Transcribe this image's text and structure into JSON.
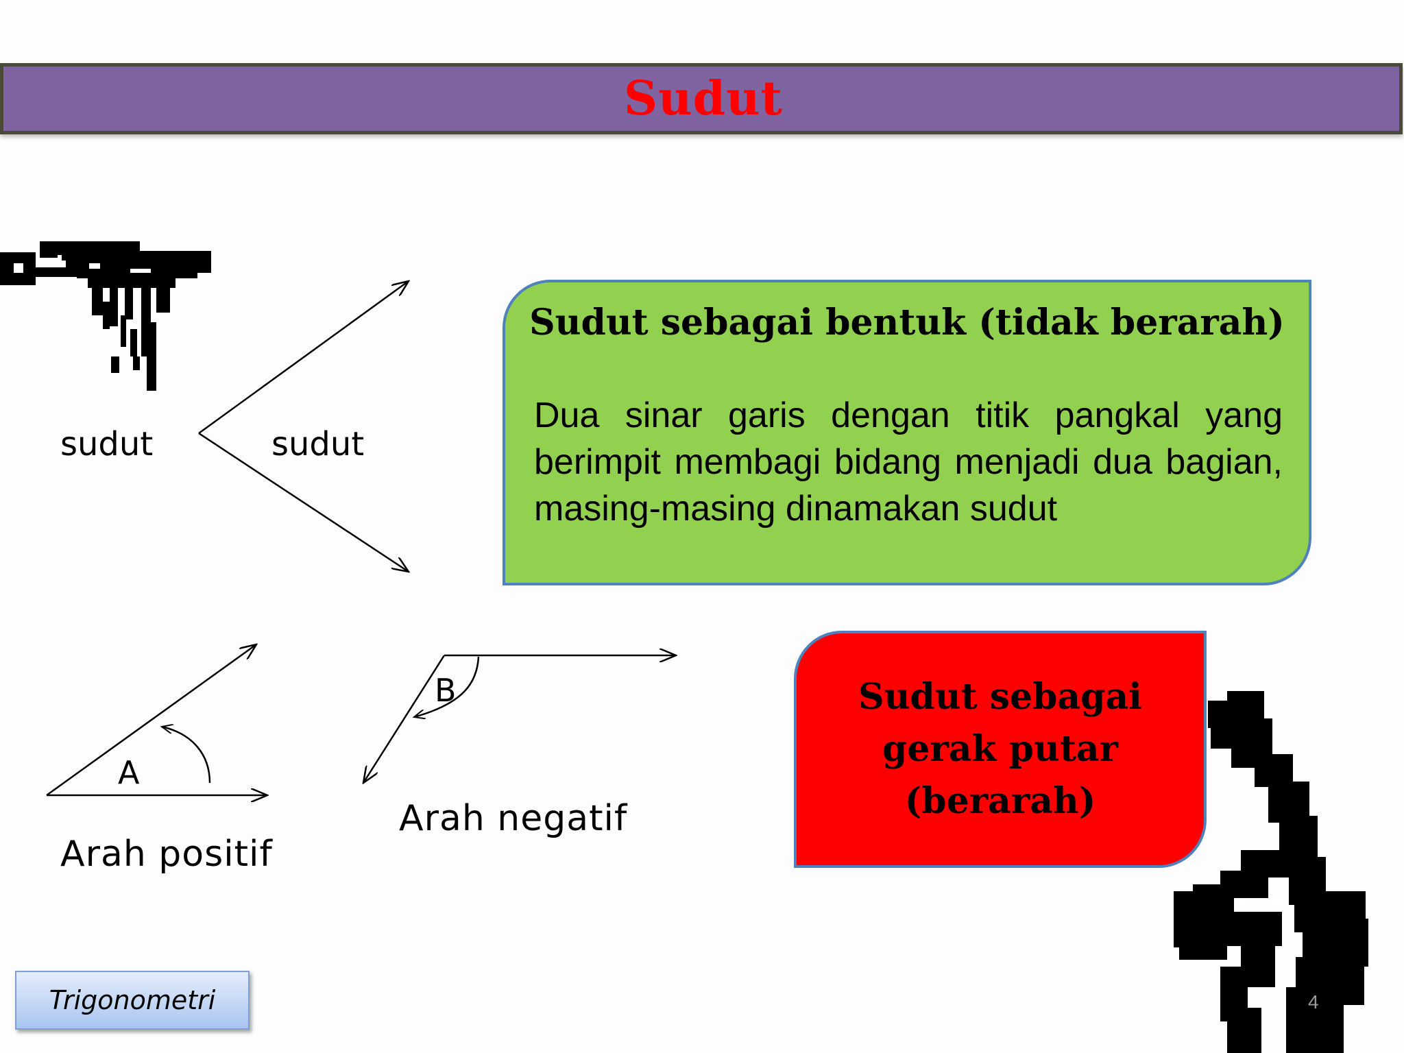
{
  "title": "Sudut",
  "diagram": {
    "label_left": "sudut",
    "label_right": "sudut",
    "angle_a": "A",
    "angle_b": "B",
    "caption_positive": "Arah positif",
    "caption_negative": "Arah negatif"
  },
  "green_box": {
    "heading": "Sudut sebagai bentuk (tidak berarah)",
    "body": "Dua sinar garis dengan titik pangkal yang berimpit membagi bidang menjadi dua bagian, masing-masing dinamakan sudut"
  },
  "red_box": {
    "text": "Sudut sebagai gerak putar (berarah)"
  },
  "footer": {
    "label": "Trigonometri",
    "page_number": "4"
  },
  "images": {
    "basketball_hoop": "basketball-hoop-clipart",
    "player": "basketball-player-silhouette"
  },
  "colors": {
    "title_bar": "#8064a2",
    "title_text": "#ff0000",
    "green_box": "#92d050",
    "red_box": "#ff0000",
    "box_border": "#4f81bd"
  }
}
